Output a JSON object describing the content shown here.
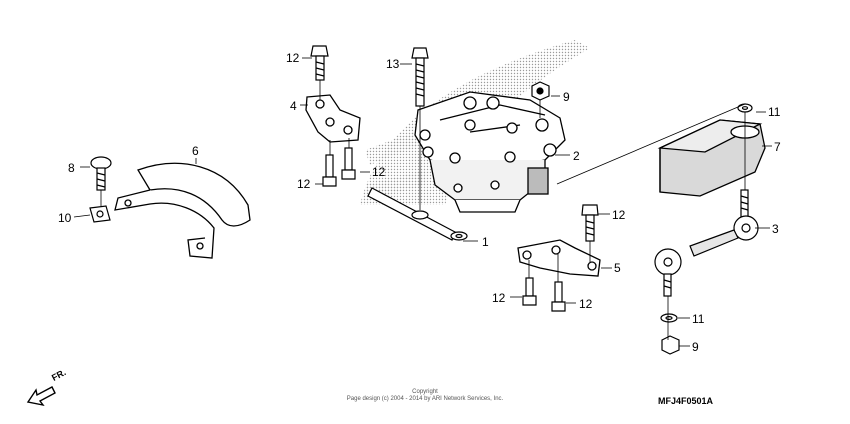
{
  "callouts": {
    "c1": "1",
    "c2": "2",
    "c3": "3",
    "c4": "4",
    "c5": "5",
    "c6": "6",
    "c7": "7",
    "c8": "8",
    "c9a": "9",
    "c9b": "9",
    "c10": "10",
    "c11a": "11",
    "c11b": "11",
    "c12a": "12",
    "c12b": "12",
    "c12c": "12",
    "c12d": "12",
    "c12e": "12",
    "c12f": "12",
    "c13": "13"
  },
  "footer": {
    "copyright_title": "Copyright",
    "copyright_line": "Page design (c) 2004 - 2014 by ARI Network Services, Inc.",
    "diagram_code": "MFJ4F0501A"
  },
  "direction_label": "FR.",
  "colors": {
    "line": "#000000",
    "part_fill": "#ffffff",
    "shading": "#c8c8c8",
    "background": "#ffffff"
  }
}
